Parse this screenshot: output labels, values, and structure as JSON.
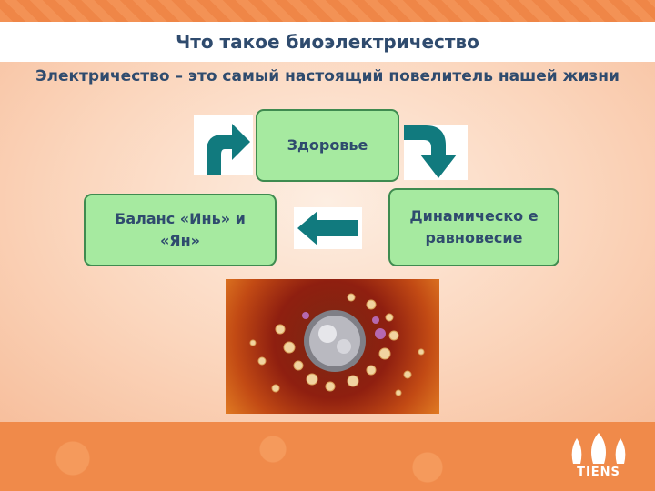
{
  "slide": {
    "title": "Что такое биоэлектричество",
    "subtitle": "Электричество – это самый настоящий повелитель нашей жизни"
  },
  "cycle": {
    "top_node": "Здоровье",
    "right_node": "Динамическо е равновесие",
    "left_node": "Баланс «Инь» и «Ян»"
  },
  "colors": {
    "node_fill": "#a6eaa0",
    "node_border": "#3f8b50",
    "arrow": "#117a7e",
    "text": "#2f4b6e",
    "frame": "#f08a4a"
  },
  "logo": {
    "text": "TIENS"
  },
  "icons": [
    "arrow-curved-up-right-icon",
    "arrow-curved-down-right-icon",
    "arrow-left-icon",
    "tiens-logo-icon"
  ]
}
